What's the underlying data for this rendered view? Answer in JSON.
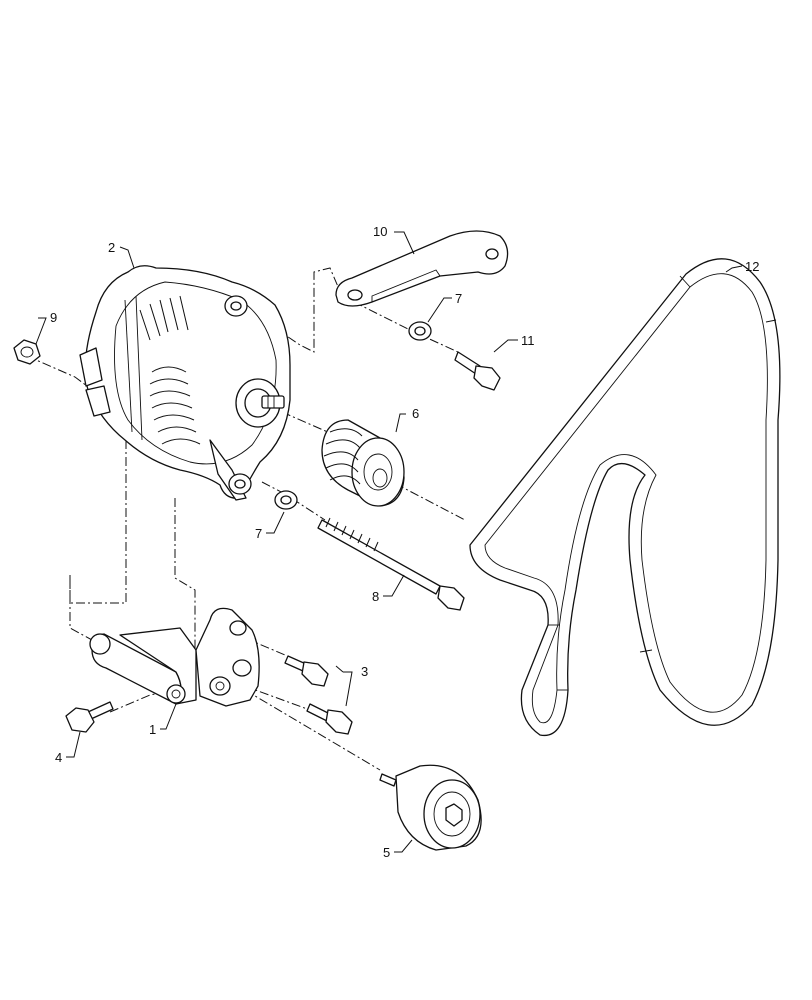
{
  "callouts": [
    {
      "id": "1",
      "label": "1"
    },
    {
      "id": "2",
      "label": "2"
    },
    {
      "id": "3",
      "label": "3"
    },
    {
      "id": "4",
      "label": "4"
    },
    {
      "id": "5",
      "label": "5"
    },
    {
      "id": "6",
      "label": "6"
    },
    {
      "id": "7a",
      "label": "7"
    },
    {
      "id": "7b",
      "label": "7"
    },
    {
      "id": "8",
      "label": "8"
    },
    {
      "id": "9",
      "label": "9"
    },
    {
      "id": "10",
      "label": "10"
    },
    {
      "id": "11",
      "label": "11"
    },
    {
      "id": "12",
      "label": "12"
    }
  ],
  "colors": {
    "line": "#111111",
    "background": "#ffffff"
  }
}
